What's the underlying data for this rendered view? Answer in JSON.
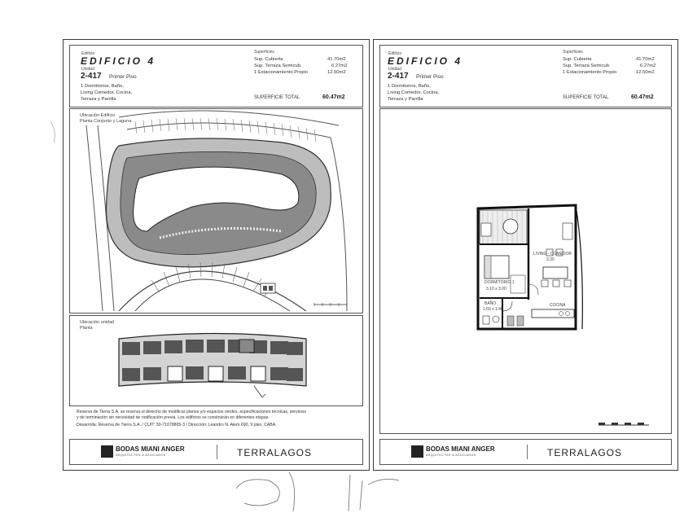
{
  "sheets": [
    {
      "edificio_label": "Edificio",
      "building": "EDIFICIO 4",
      "unidad_label": "Unidad",
      "unit": "2-417",
      "floor": "Primer Piso",
      "desc": [
        "1 Dormitorios, Baño,",
        "Living Comedor, Cocina,",
        "Terraza y Parrilla"
      ],
      "superficies_label": "Superficies",
      "areas": [
        {
          "label": "Sup. Cubierta",
          "value": "41.70m2"
        },
        {
          "label": "Sup. Terraza Semicub.",
          "value": "6.27m2"
        },
        {
          "label": "1 Estacionamiento Propio",
          "value": "12.50m2"
        }
      ],
      "total_label": "SUPERFICIE TOTAL",
      "total_value": "60.47m2",
      "site_label_1": "Ubicación Edificio",
      "site_label_2": "Planta Conjunto y Laguna",
      "unit_loc_label_1": "Ubicación unidad",
      "unit_loc_label_2": "Planta",
      "legal_1": "Reserva de Tierra S.A. se reserva el derecho de modificar planos y/o espacios verdes, especificaciones técnicas, servicios",
      "legal_2": "y de terminación sin necesidad de notificación previa. Los edificios se construirán en diferentes etapas.",
      "developer": "Desarrolla: Reserva de Tierra S.A. / CUIT: 30-71078805-3 / Dirección: Leandro N. Alem 690, 9 piso, CABA.",
      "firm": "BODAS MIANI ANGER",
      "firm_sub": "ARQUITECTOS & ASOCIADOS",
      "project": "TERRALAGOS"
    },
    {
      "edificio_label": "Edificio",
      "building": "EDIFICIO 4",
      "unidad_label": "Unidad",
      "unit": "2-417",
      "floor": "Primer Piso",
      "desc": [
        "1 Dormitorios, Baño,",
        "Living Comedor, Cocina,",
        "Terraza y Parrilla"
      ],
      "superficies_label": "Superficies",
      "areas": [
        {
          "label": "Sup. Cubierta",
          "value": "41.70m2"
        },
        {
          "label": "Sup. Terraza Semicub.",
          "value": "6.27m2"
        },
        {
          "label": "1 Estacionamiento Propio",
          "value": "12.50m2"
        }
      ],
      "total_label": "SUPERFICIE TOTAL",
      "total_value": "60.47m2",
      "rooms": {
        "living": "LIVING - COMEDOR",
        "living_dim": "3.30",
        "dorm": "DORMITORIO 1",
        "dorm_dim": "3.10 x 3.00",
        "bano": "BAÑO",
        "bano_dim": "1.60 x 1.40",
        "cocina": "COCINA"
      },
      "firm": "BODAS MIANI ANGER",
      "firm_sub": "ARQUITECTOS & ASOCIADOS",
      "project": "TERRALAGOS"
    }
  ]
}
